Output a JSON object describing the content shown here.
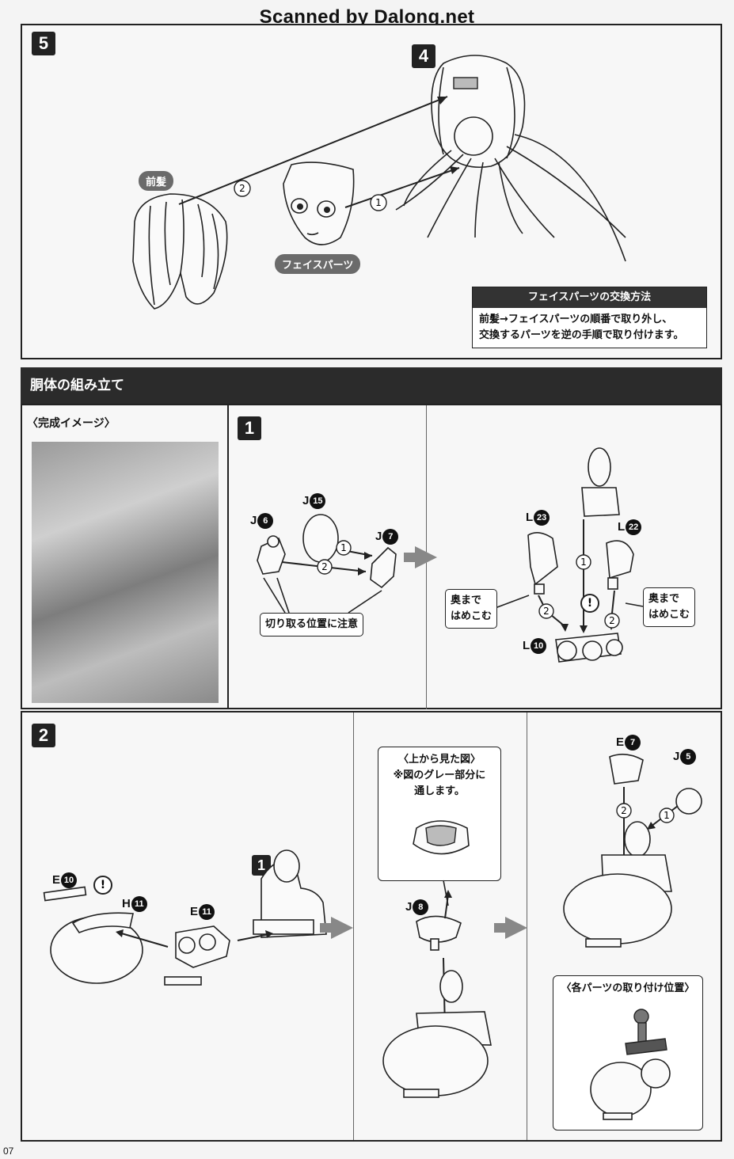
{
  "watermark": "Scanned by Dalong.net",
  "page_number": "07",
  "step5": {
    "number": "5",
    "inset_number": "4",
    "label_bangs": "前髪",
    "label_face": "フェイスパーツ",
    "order_1": "1",
    "order_2": "2",
    "info_title": "フェイスパーツの交換方法",
    "info_line1": "前髪→フェイスパーツの順番で取り外し、",
    "info_line2": "交換するパーツを逆の手順で取り付けます。"
  },
  "section_title": "胴体の組み立て",
  "completed_image_label": "〈完成イメージ〉",
  "step1": {
    "number": "1",
    "parts": {
      "j6": {
        "letter": "J",
        "num": "6"
      },
      "j15": {
        "letter": "J",
        "num": "15"
      },
      "j7": {
        "letter": "J",
        "num": "7"
      },
      "l23": {
        "letter": "L",
        "num": "23"
      },
      "l22": {
        "letter": "L",
        "num": "22"
      },
      "l10": {
        "letter": "L",
        "num": "10"
      }
    },
    "caution_cut": "切り取る位置に注意",
    "push_in_left_1": "奥まで",
    "push_in_left_2": "はめこむ",
    "push_in_right_1": "奥まで",
    "push_in_right_2": "はめこむ",
    "excl": "!"
  },
  "step2": {
    "number": "2",
    "inset_number": "1",
    "parts": {
      "e10": {
        "letter": "E",
        "num": "10"
      },
      "h11": {
        "letter": "H",
        "num": "11"
      },
      "e11": {
        "letter": "E",
        "num": "11"
      },
      "j8": {
        "letter": "J",
        "num": "8"
      },
      "e7": {
        "letter": "E",
        "num": "7"
      },
      "j5": {
        "letter": "J",
        "num": "5"
      }
    },
    "top_view_title": "〈上から見た図〉",
    "top_view_line1": "※図のグレー部分に",
    "top_view_line2": "通します。",
    "positions_title": "〈各パーツの取り付け位置〉",
    "excl": "!"
  }
}
